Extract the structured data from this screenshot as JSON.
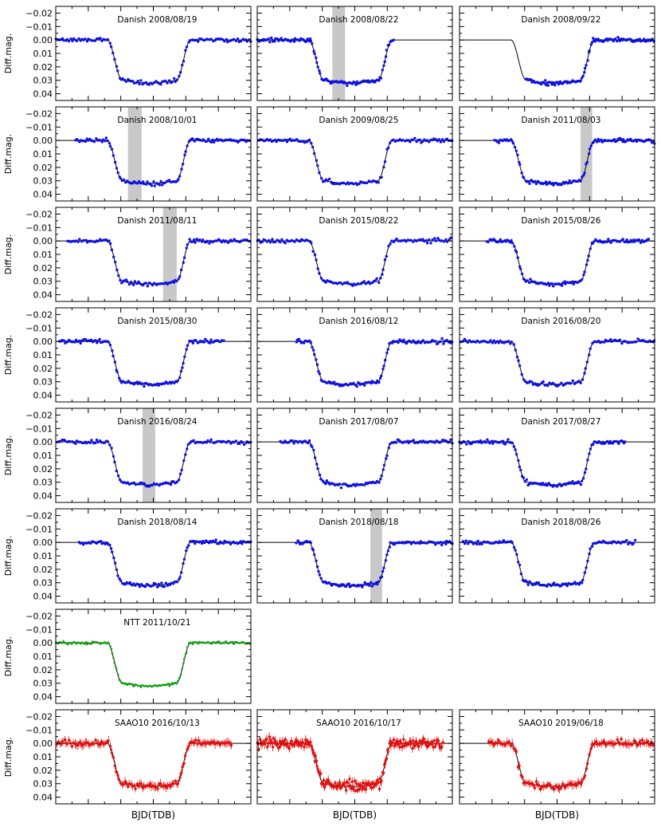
{
  "chart_data": {
    "type": "scatter",
    "ylabel": "Diff.mag.",
    "xlabel": "BJD(TDB)",
    "ylim": [
      -0.025,
      0.045
    ],
    "y_inverted": true,
    "yticks": [
      -0.02,
      -0.01,
      0.0,
      0.01,
      0.02,
      0.03,
      0.04
    ],
    "ytick_labels": [
      "−0.02",
      "−0.01",
      "0.00",
      "0.01",
      "0.02",
      "0.03",
      "0.04"
    ],
    "colors": {
      "Danish": "#1010e0",
      "NTT": "#12a012",
      "SAAO10": "#e01010",
      "model": "#000000",
      "shade": "#c8c8c8"
    },
    "transit_depth": 0.032,
    "panels": [
      {
        "row": 0,
        "col": 0,
        "instrument": "Danish",
        "date": "2008/08/19",
        "start": 0.0,
        "end": 1.0,
        "shade": null,
        "tilt": 0.0
      },
      {
        "row": 0,
        "col": 1,
        "instrument": "Danish",
        "date": "2008/08/22",
        "start": 0.0,
        "end": 0.7,
        "shade": [
          0.385,
          0.45
        ],
        "tilt": 0.0
      },
      {
        "row": 0,
        "col": 2,
        "instrument": "Danish",
        "date": "2008/09/22",
        "start": 0.34,
        "end": 1.0,
        "shade": null,
        "tilt": 0.0
      },
      {
        "row": 1,
        "col": 0,
        "instrument": "Danish",
        "date": "2008/10/01",
        "start": 0.1,
        "end": 1.0,
        "shade": [
          0.37,
          0.44
        ],
        "tilt": 0.0
      },
      {
        "row": 1,
        "col": 1,
        "instrument": "Danish",
        "date": "2009/08/25",
        "start": 0.0,
        "end": 1.0,
        "shade": null,
        "tilt": 0.0
      },
      {
        "row": 1,
        "col": 2,
        "instrument": "Danish",
        "date": "2011/08/03",
        "start": 0.18,
        "end": 1.0,
        "shade": [
          0.62,
          0.68
        ],
        "tilt": 0.0
      },
      {
        "row": 2,
        "col": 0,
        "instrument": "Danish",
        "date": "2011/08/11",
        "start": 0.06,
        "end": 1.0,
        "shade": [
          0.55,
          0.62
        ],
        "tilt": 0.0
      },
      {
        "row": 2,
        "col": 1,
        "instrument": "Danish",
        "date": "2015/08/22",
        "start": 0.0,
        "end": 1.0,
        "shade": null,
        "tilt": 0.0
      },
      {
        "row": 2,
        "col": 2,
        "instrument": "Danish",
        "date": "2015/08/26",
        "start": 0.14,
        "end": 0.97,
        "shade": null,
        "tilt": 0.0
      },
      {
        "row": 3,
        "col": 0,
        "instrument": "Danish",
        "date": "2015/08/30",
        "start": 0.02,
        "end": 0.86,
        "shade": null,
        "tilt": 0.0
      },
      {
        "row": 3,
        "col": 1,
        "instrument": "Danish",
        "date": "2016/08/12",
        "start": 0.2,
        "end": 1.0,
        "shade": null,
        "tilt": 0.0
      },
      {
        "row": 3,
        "col": 2,
        "instrument": "Danish",
        "date": "2016/08/20",
        "start": 0.0,
        "end": 1.0,
        "shade": null,
        "tilt": 0.0
      },
      {
        "row": 4,
        "col": 0,
        "instrument": "Danish",
        "date": "2016/08/24",
        "start": 0.0,
        "end": 1.0,
        "shade": [
          0.445,
          0.51
        ],
        "tilt": 0.0
      },
      {
        "row": 4,
        "col": 1,
        "instrument": "Danish",
        "date": "2017/08/07",
        "start": 0.12,
        "end": 1.0,
        "shade": null,
        "tilt": 0.0
      },
      {
        "row": 4,
        "col": 2,
        "instrument": "Danish",
        "date": "2017/08/27",
        "start": 0.0,
        "end": 0.85,
        "shade": null,
        "tilt": 0.0
      },
      {
        "row": 5,
        "col": 0,
        "instrument": "Danish",
        "date": "2018/08/14",
        "start": 0.12,
        "end": 1.0,
        "shade": null,
        "tilt": 0.0
      },
      {
        "row": 5,
        "col": 1,
        "instrument": "Danish",
        "date": "2018/08/18",
        "start": 0.2,
        "end": 1.0,
        "shade": [
          0.58,
          0.64
        ],
        "tilt": 0.0
      },
      {
        "row": 5,
        "col": 2,
        "instrument": "Danish",
        "date": "2018/08/26",
        "start": 0.02,
        "end": 0.9,
        "shade": null,
        "tilt": 0.0
      },
      {
        "row": 6,
        "col": 0,
        "instrument": "NTT",
        "date": "2011/10/21",
        "start": 0.0,
        "end": 1.0,
        "shade": null,
        "tilt": 0.0
      },
      {
        "row": 7,
        "col": 0,
        "instrument": "SAAO10",
        "date": "2016/10/13",
        "start": 0.0,
        "end": 0.9,
        "shade": null,
        "tilt": 0.0
      },
      {
        "row": 7,
        "col": 1,
        "instrument": "SAAO10",
        "date": "2016/10/17",
        "start": 0.0,
        "end": 0.95,
        "shade": null,
        "tilt": 0.0
      },
      {
        "row": 7,
        "col": 2,
        "instrument": "SAAO10",
        "date": "2019/06/18",
        "start": 0.15,
        "end": 1.0,
        "shade": null,
        "tilt": 0.0
      }
    ]
  }
}
